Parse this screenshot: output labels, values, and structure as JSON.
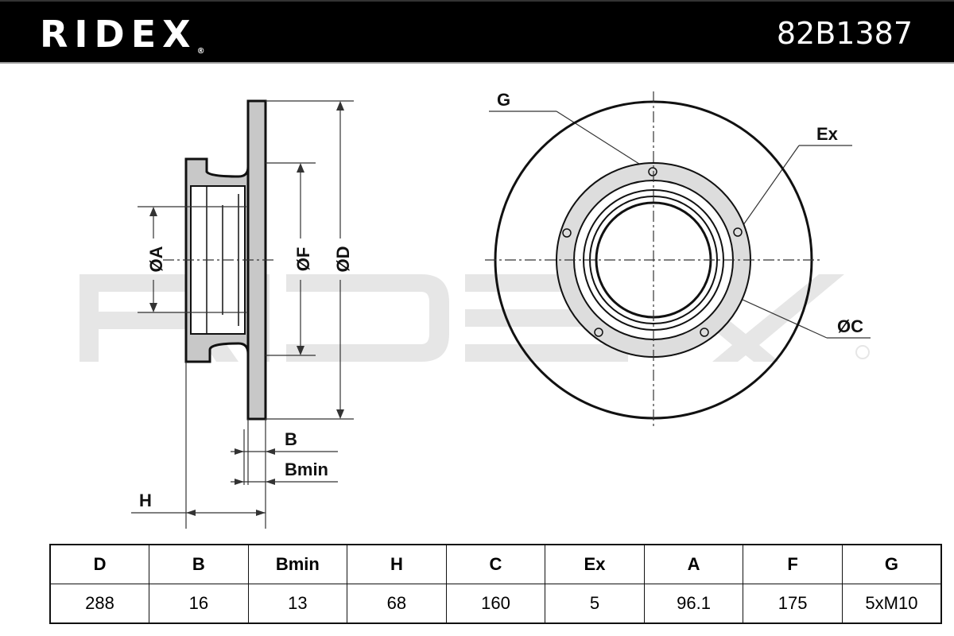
{
  "header": {
    "brand": "RIDEX",
    "brand_mark": "®",
    "part_number": "82B1387"
  },
  "watermark": {
    "text": "RIDEX"
  },
  "diagram": {
    "labels": {
      "A": "ØA",
      "F": "ØF",
      "D": "ØD",
      "B": "B",
      "Bmin": "Bmin",
      "H": "H",
      "G": "G",
      "Ex": "Ex",
      "C": "ØC"
    },
    "bolt_count": 5
  },
  "specs": {
    "headers": [
      "D",
      "B",
      "Bmin",
      "H",
      "C",
      "Ex",
      "A",
      "F",
      "G"
    ],
    "values": [
      "288",
      "16",
      "13",
      "68",
      "160",
      "5",
      "96.1",
      "175",
      "5xM10"
    ]
  }
}
